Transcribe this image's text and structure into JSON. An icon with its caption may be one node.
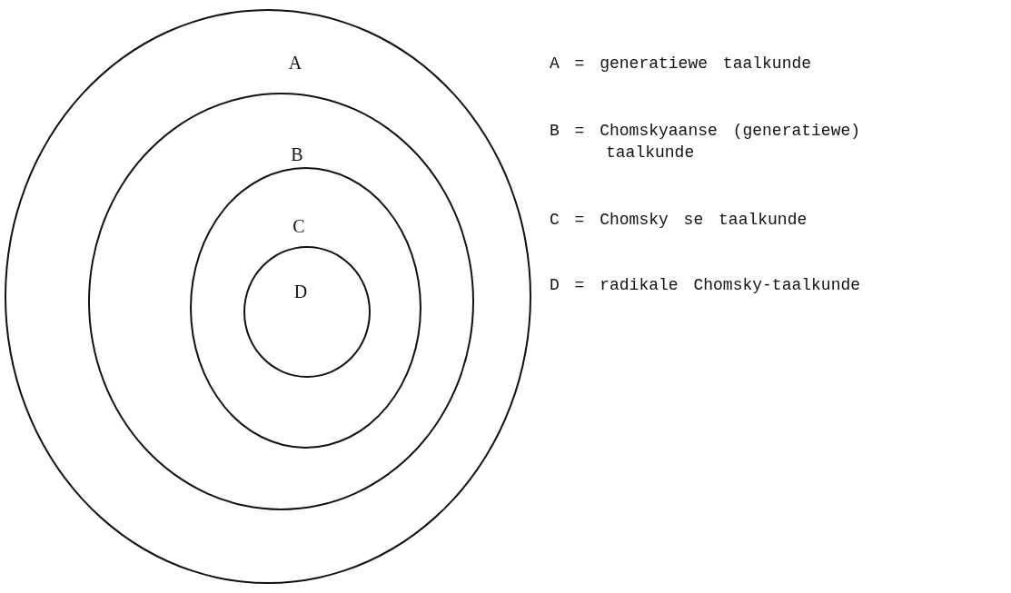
{
  "diagram": {
    "nodes": [
      {
        "text": [
          "A"
        ]
      },
      {
        "text": [
          "B"
        ],
        "in": 0
      },
      {
        "text": [
          "C"
        ],
        "in": 1
      },
      {
        "text": [
          "D"
        ],
        "in": 2
      }
    ],
    "labels": [
      "A = generatiewe taalkunde",
      "B = Chomskyaanse (generatiewe) taalkunde",
      "C = Chomsky se taalkunde",
      "D = radikale Chomsky-taalkunde"
    ]
  }
}
